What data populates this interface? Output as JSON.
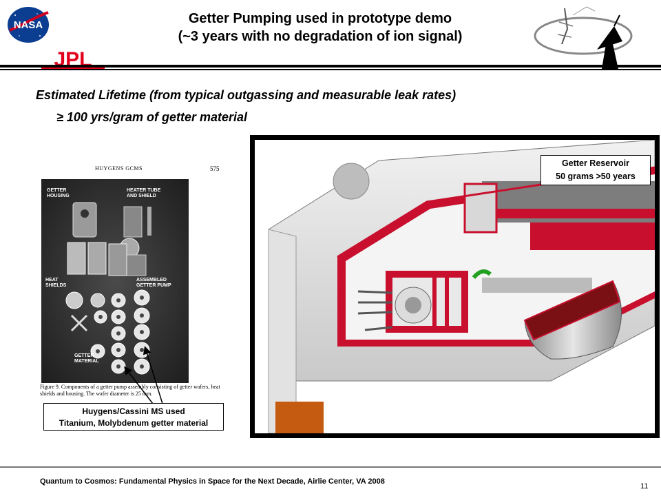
{
  "header": {
    "title_line1": "Getter Pumping used in prototype demo",
    "title_line2": "(~3 years with no degradation of ion signal)",
    "logo_nasa_text": "NASA",
    "logo_jpl_text": "JPL"
  },
  "bullets": {
    "line1": "Estimated Lifetime (from typical outgassing and measurable leak rates)",
    "line2": "≥ 100 yrs/gram of getter material"
  },
  "photo": {
    "header_left": "HUYGENS GCMS",
    "header_right": "575",
    "labels": {
      "getter_housing": "GETTER\nHOUSING",
      "heater_tube": "HEATER TUBE\nAND SHIELD",
      "heat_shields": "HEAT\nSHIELDS",
      "assembled": "ASSEMBLED\nGETTER PUMP",
      "getter_material": "GETTER\nMATERIAL"
    },
    "caption": "Figure 9. Components of a getter pump assembly consisting of getter wafers, heat shields and housing. The wafer diameter is 25 mm.",
    "callout_line1": "Huygens/Cassini  MS used",
    "callout_line2": "Titanium, Molybdenum getter material"
  },
  "render": {
    "callout_line1": "Getter Reservoir",
    "callout_line2": "50 grams >50 years"
  },
  "footer": {
    "text": "Quantum to Cosmos: Fundamental Physics in Space for the Next Decade, Airlie Center, VA 2008",
    "page": "11"
  },
  "colors": {
    "nasa_blue": "#0b3d91",
    "nasa_red": "#d2001f",
    "jpl_red": "#e3001b",
    "cutaway_red": "#c8102e",
    "getter_dark_red": "#7a0f14"
  }
}
